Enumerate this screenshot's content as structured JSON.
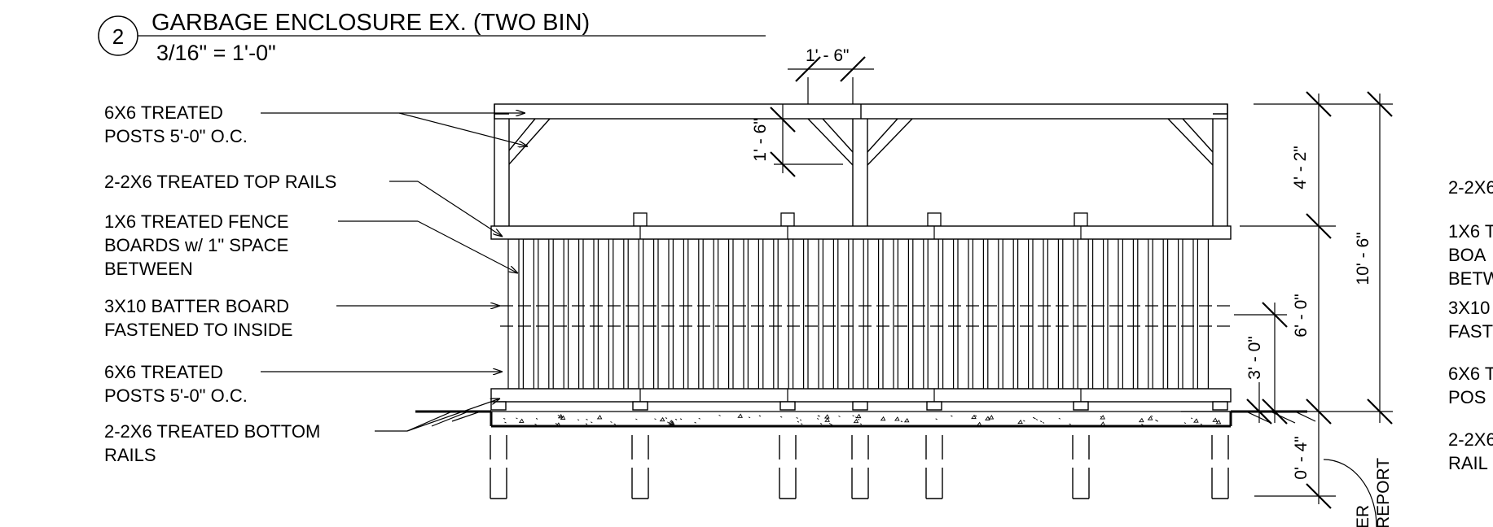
{
  "detail": {
    "number": "2",
    "title": "GARBAGE ENCLOSURE EX. (TWO BIN)",
    "scale": "3/16\" = 1'-0\""
  },
  "left_labels": [
    [
      "6X6 TREATED",
      "POSTS 5'-0\" O.C."
    ],
    [
      "2-2X6 TREATED TOP RAILS"
    ],
    [
      "1X6 TREATED FENCE",
      "BOARDS w/ 1\" SPACE",
      "BETWEEN"
    ],
    [
      "3X10 BATTER BOARD",
      "FASTENED TO INSIDE"
    ],
    [
      "6X6 TREATED",
      "POSTS 5'-0\" O.C."
    ],
    [
      "2-2X6 TREATED BOTTOM",
      "RAILS"
    ]
  ],
  "dimensions": {
    "top_width": "1' - 6\"",
    "top_drop": "1' - 6\"",
    "upper_height": "4' - 2\"",
    "total_height": "10' - 6\"",
    "fence_height": "6' - 0\"",
    "batter_height": "3' - 0\"",
    "below_grade": "0' - 4\""
  },
  "bottom_partial": [
    "ER",
    "REPORT"
  ],
  "right_partial_labels": [
    "2-2X6",
    "1X6 T",
    "BOA",
    "BETW",
    "3X10",
    "FAST",
    "6X6 T",
    "POS",
    "2-2X6",
    "RAIL"
  ]
}
